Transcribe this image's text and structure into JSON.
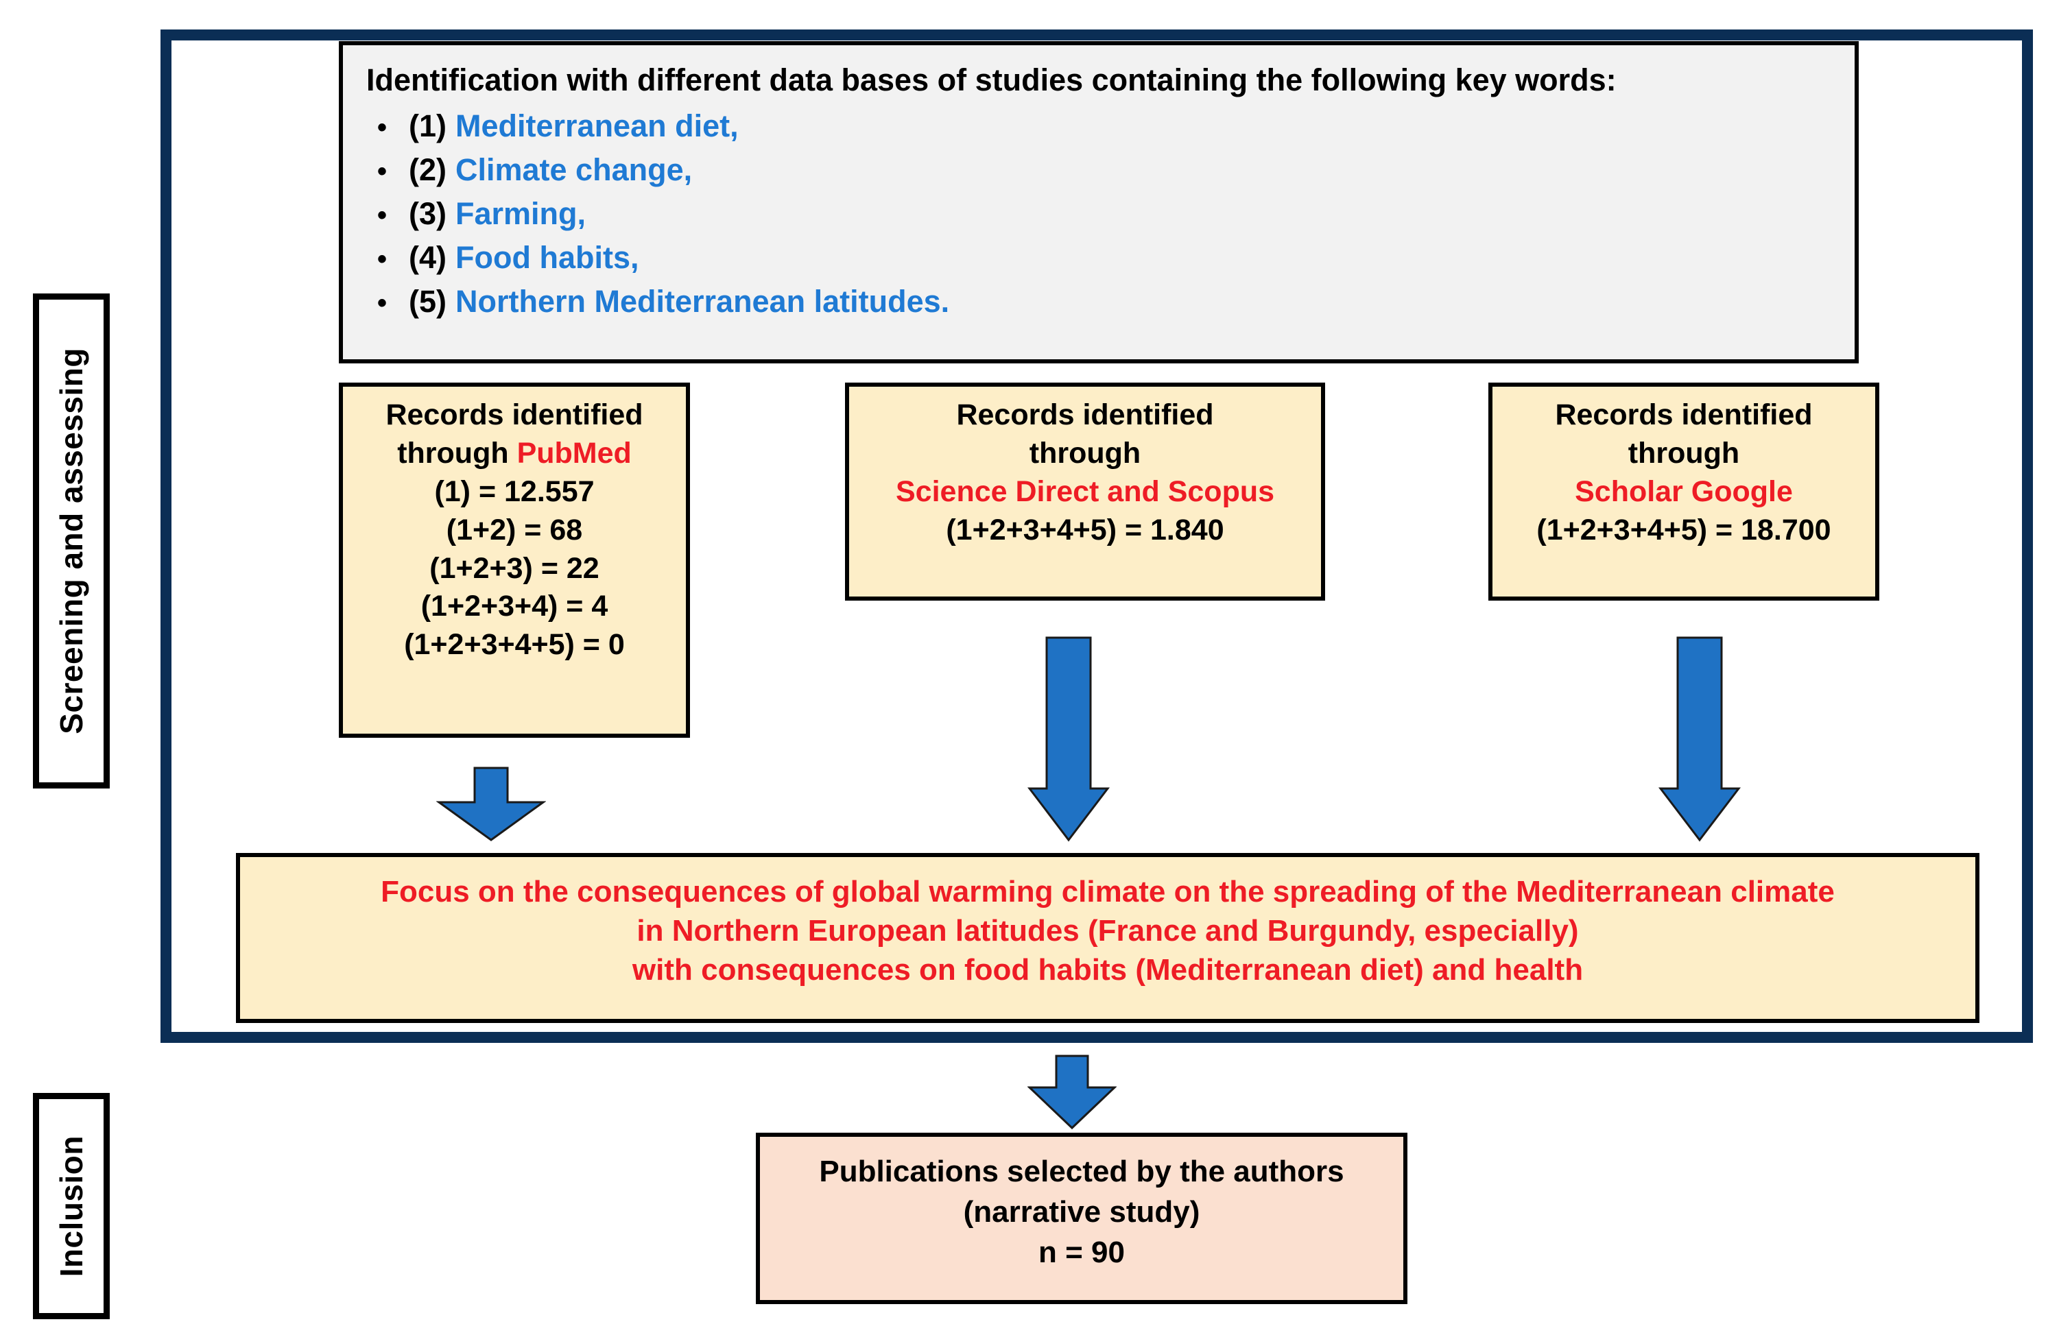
{
  "stages": [
    {
      "id": "screening",
      "label": "Screening and assessing"
    },
    {
      "id": "inclusion",
      "label": "Inclusion"
    }
  ],
  "identification": {
    "title": "Identification with different data bases of studies containing the following key words:",
    "bullet_glyph": "•",
    "keywords": [
      {
        "num": "(1)",
        "text": "Mediterranean diet,"
      },
      {
        "num": "(2)",
        "text": "Climate change,"
      },
      {
        "num": "(3)",
        "text": "Farming,"
      },
      {
        "num": "(4)",
        "text": "Food habits,"
      },
      {
        "num": "(5)",
        "text": "Northern Mediterranean latitudes."
      }
    ]
  },
  "sources": {
    "pubmed": {
      "line1": "Records identified",
      "line2_prefix": "through ",
      "database": "PubMed",
      "counts": [
        "(1) = 12.557",
        "(1+2) = 68",
        "(1+2+3) = 22",
        "(1+2+3+4) = 4",
        "(1+2+3+4+5) = 0"
      ]
    },
    "science_direct": {
      "line1": "Records identified",
      "line2": "through",
      "database": "Science Direct and Scopus",
      "count": "(1+2+3+4+5) = 1.840"
    },
    "scholar_google": {
      "line1": "Records identified",
      "line2": "through",
      "database": "Scholar Google",
      "count": "(1+2+3+4+5) = 18.700"
    }
  },
  "focus": {
    "line1": "Focus on the consequences of global warming climate on the spreading of the Mediterranean climate",
    "line2": "in Northern European latitudes (France and Burgundy, especially)",
    "line3": "with consequences on food habits (Mediterranean diet) and health"
  },
  "publications": {
    "line1": "Publications selected by the authors",
    "line2": "(narrative study)",
    "line3": "n = 90"
  },
  "colors": {
    "navy_frame": "#0b2e55",
    "arrow_blue": "#1f72c4",
    "keyword_blue": "#1f7ad4",
    "database_red": "#ee1c25",
    "focus_red": "#ee1c25",
    "box_cream": "#fdeec8",
    "box_peach": "#fbe0d0",
    "box_grey": "#f2f2f2"
  }
}
